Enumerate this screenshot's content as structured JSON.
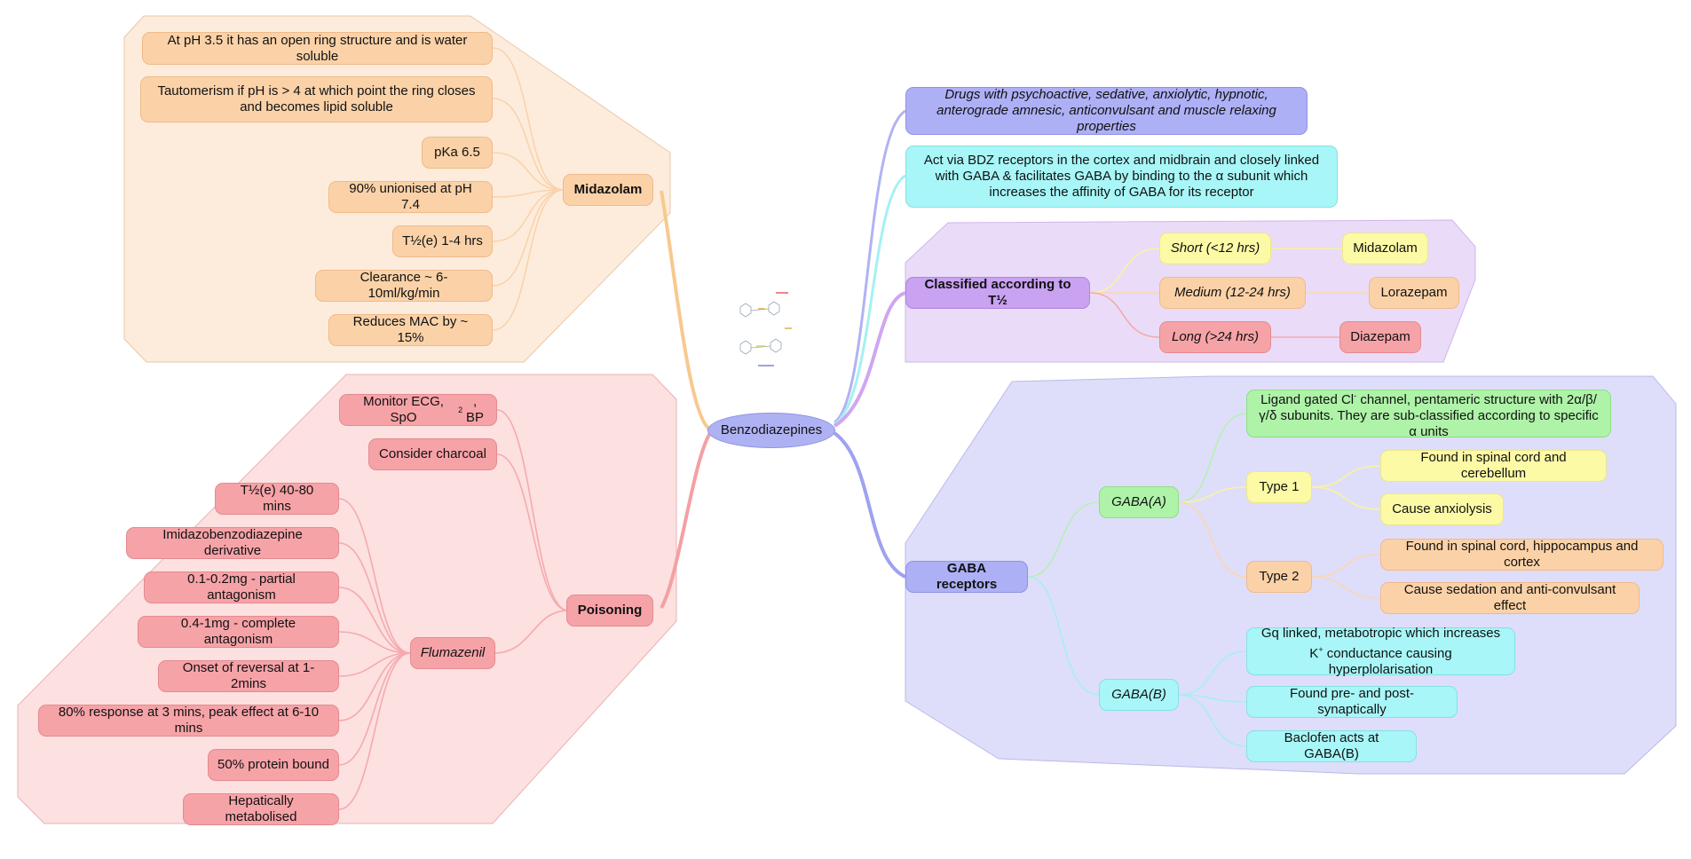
{
  "root": "Benzodiazepines",
  "midazolam": {
    "title": "Midazolam",
    "items": [
      "At pH 3.5 it has an open ring structure and is water soluble",
      "Tautomerism if pH is > 4 at which point the ring closes and becomes lipid soluble",
      "pKa 6.5",
      "90% unionised at pH 7.4",
      "T½(e) 1-4 hrs",
      "Clearance ~ 6-10ml/kg/min",
      "Reduces MAC by ~ 15%"
    ]
  },
  "poisoning": {
    "title": "Poisoning",
    "monitor": {
      "prefix": "Monitor ECG, SpO",
      "sub": "2",
      "suffix": ", BP"
    },
    "charcoal": "Consider charcoal",
    "flumazenil": {
      "title": "Flumazenil",
      "items": [
        "T½(e) 40-80 mins",
        "Imidazobenzodiazepine derivative",
        "0.1-0.2mg - partial antagonism",
        "0.4-1mg - complete antagonism",
        "Onset of reversal at 1-2mins",
        "80% response at 3 mins, peak effect at 6-10 mins",
        "50% protein bound",
        "Hepatically metabolised"
      ]
    }
  },
  "drugs": "Drugs with psychoactive, sedative, anxiolytic, hypnotic, anterograde amnesic, anticonvulsant and muscle relaxing properties",
  "act_via": "Act via BDZ receptors in the cortex and midbrain and closely linked with GABA & facilitates GABA by binding to the α subunit which increases the affinity of GABA for its receptor",
  "classified": {
    "title": "Classified according to T½",
    "short": "Short (<12 hrs)",
    "short_drug": "Midazolam",
    "medium": "Medium (12-24 hrs)",
    "medium_drug": "Lorazepam",
    "long": "Long (>24 hrs)",
    "long_drug": "Diazepam"
  },
  "gaba": {
    "title": "GABA receptors",
    "a": {
      "title": "GABA(A)",
      "ligand": {
        "pre": "Ligand gated Cl",
        "sup": "-",
        "post": " channel, pentameric structure with 2α/β/γ/δ subunits. They are sub-classified according to specific α units"
      },
      "type1": "Type 1",
      "type1_items": [
        "Found in spinal cord and cerebellum",
        "Cause anxiolysis"
      ],
      "type2": "Type 2",
      "type2_items": [
        "Found in spinal cord, hippocampus and cortex",
        "Cause sedation and anti-convulsant effect"
      ]
    },
    "b": {
      "title": "GABA(B)",
      "gq": {
        "pre": "Gq linked, metabotropic which increases K",
        "sup": "+",
        "post": " conductance causing hyperplolarisation"
      },
      "found": "Found pre- and post- synaptically",
      "baclofen": "Baclofen acts at GABA(B)"
    }
  },
  "colors": {
    "orange": "#fbd2a8",
    "red": "#f6a3a8",
    "purple": "#c9a2f2",
    "blue": "#aeb0f6",
    "cyan": "#a8f6f7",
    "green": "#aef3a8",
    "yellow": "#fdfaa6"
  }
}
